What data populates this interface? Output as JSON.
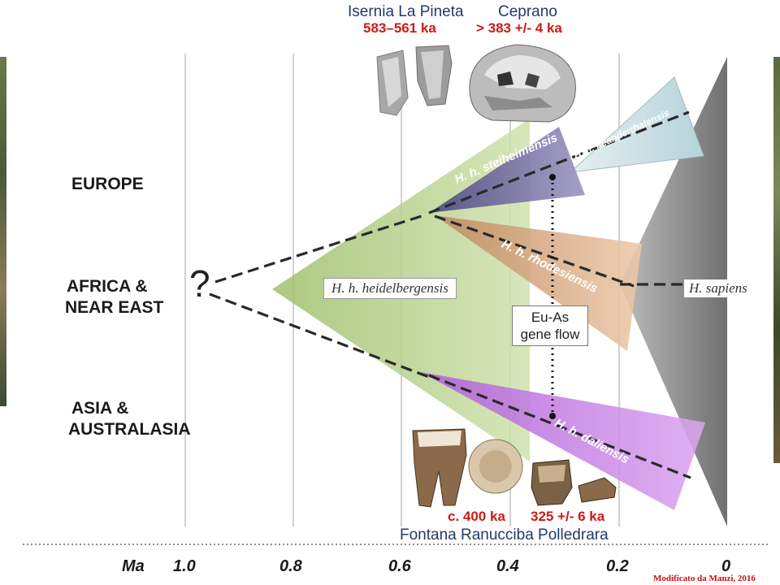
{
  "regions": {
    "europe": "EUROPE",
    "africa_line1": "AFRICA &",
    "africa_line2": "NEAR EAST",
    "asia_line1": "ASIA &",
    "asia_line2": "AUSTRALASIA"
  },
  "question_mark": "?",
  "taxa": {
    "heidelbergensis": "H. h. heidelbergensis",
    "steiheimensis": "H. h. steiheimensis",
    "neanderthalensis": "H. h. neanderthalensis",
    "rhodesiensis": "H. h. rhodesiensis",
    "daliensis": "H. h. daliensis",
    "sapiens": "H. sapiens"
  },
  "gene_flow": {
    "line1": "Eu-As",
    "line2": "gene flow"
  },
  "top_sites": {
    "isernia": {
      "name": "Isernia La Pineta",
      "date": "583–561 ka"
    },
    "ceprano": {
      "name": "Ceprano",
      "date": "> 383 +/- 4 ka"
    }
  },
  "bottom_sites": {
    "dates": {
      "fontana": "c. 400 ka",
      "polledrara": "325 +/- 6 ka"
    },
    "names": "Fontana Ranucciba Polledrara"
  },
  "axis": {
    "unit": "Ma",
    "ticks": [
      "1.0",
      "0.8",
      "0.6",
      "0.4",
      "0.2",
      "0"
    ]
  },
  "credit": "Modificato da Manzi, 2016",
  "colors": {
    "heidelbergensis": "#b5cf8a",
    "steiheimensis": "#6e6a9c",
    "neanderthalensis": "#c6dde3",
    "rhodesiensis": "#d9b08d",
    "daliensis": "#c389e0",
    "sapiens": "#8a8a8a",
    "dates": "#d01818",
    "site_names": "#223a6a"
  }
}
